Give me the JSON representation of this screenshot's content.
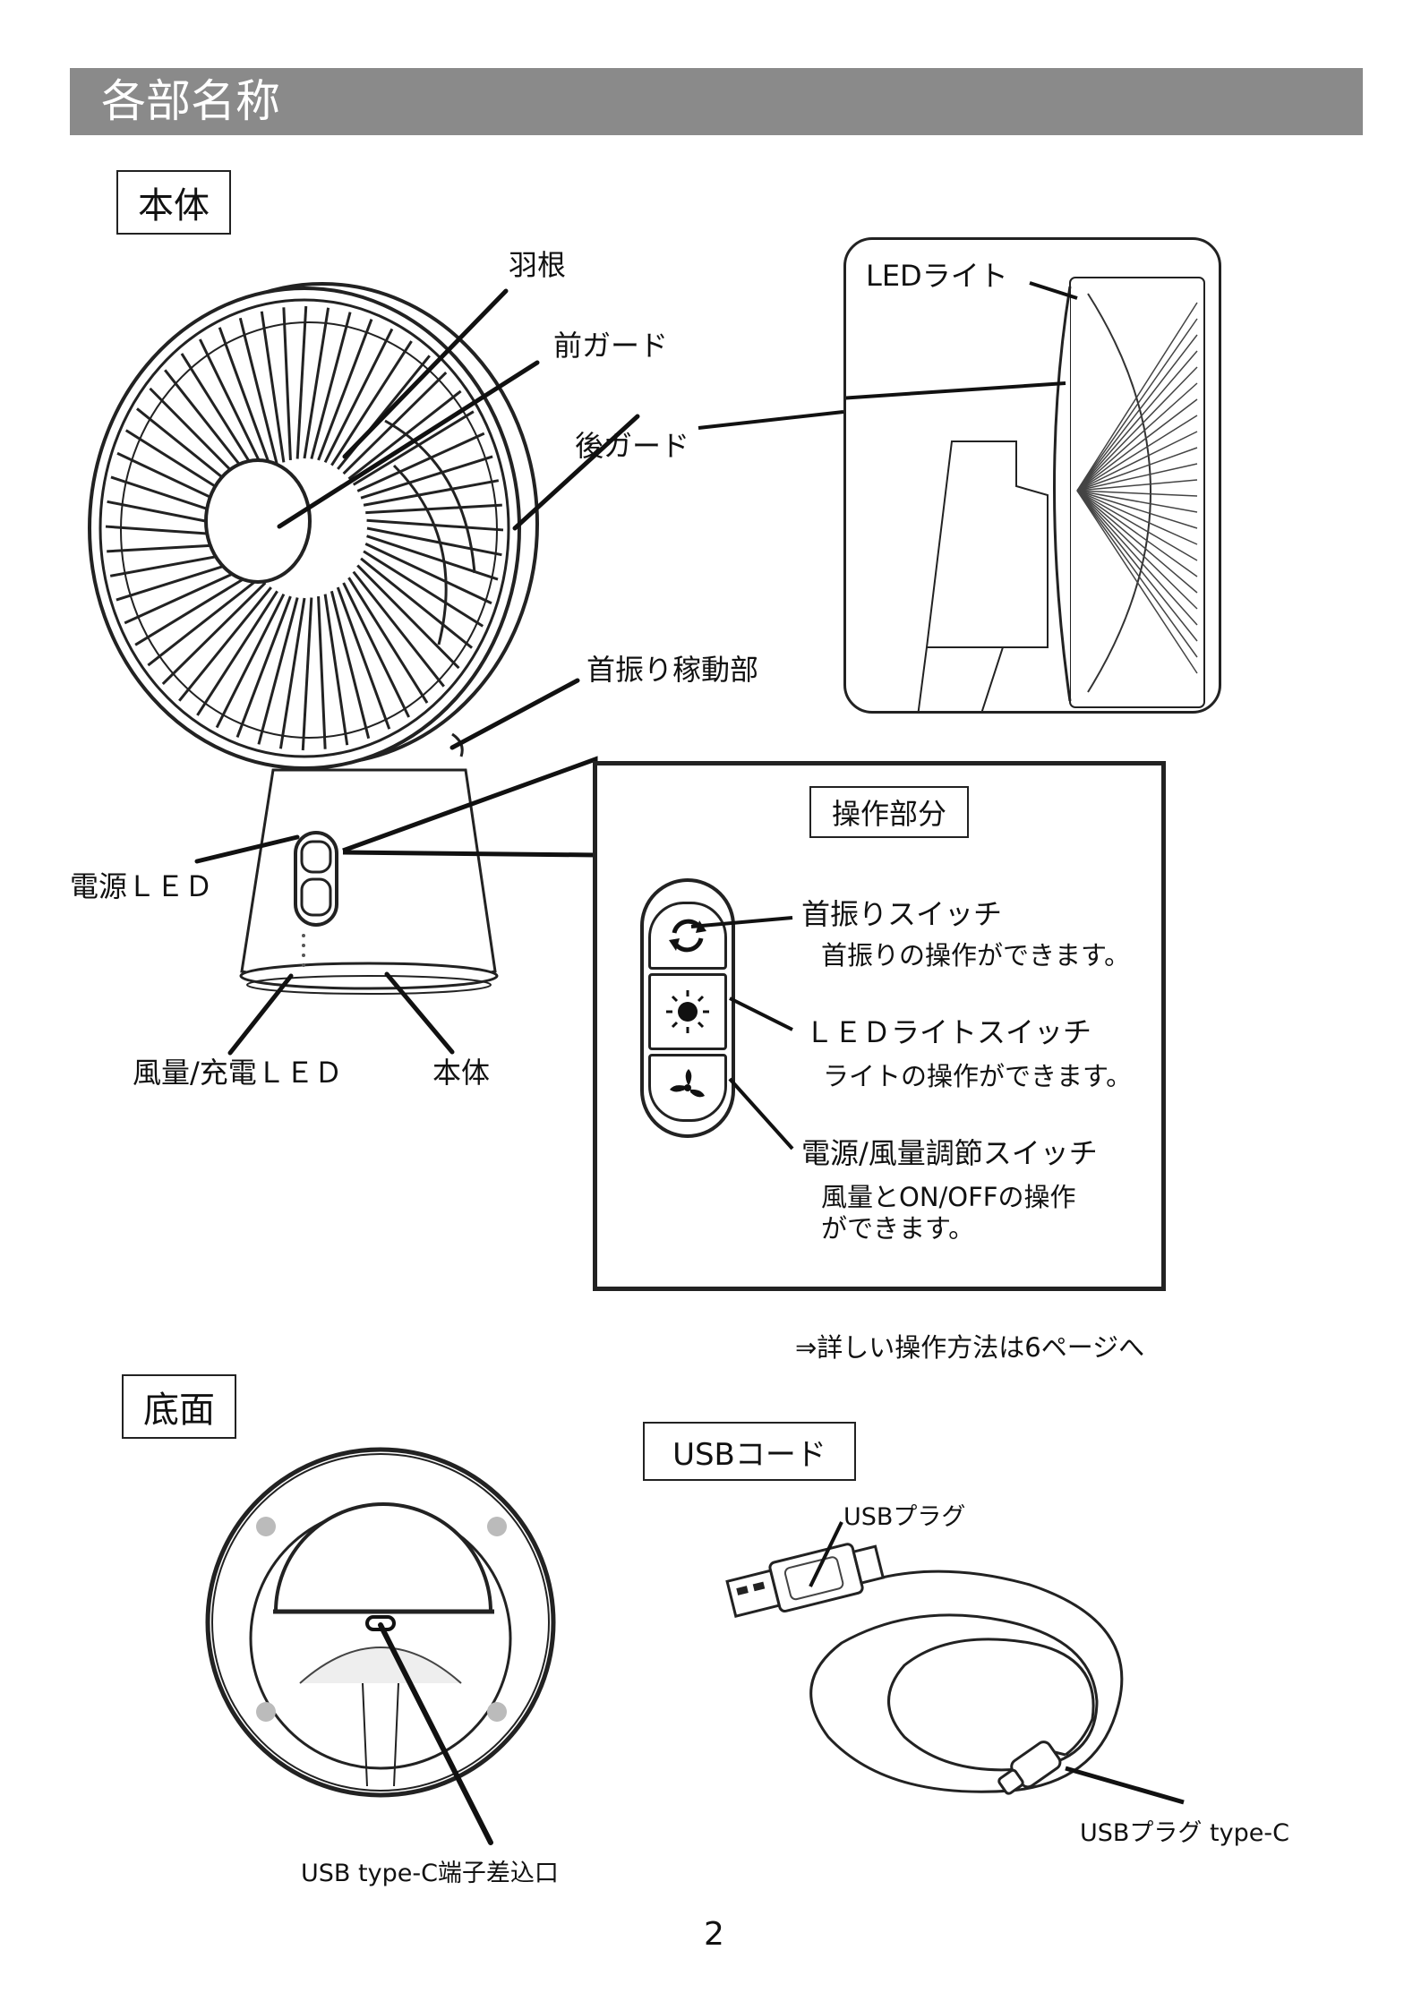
{
  "header": {
    "title": "各部名称"
  },
  "sections": {
    "main_body": "本体",
    "bottom": "底面",
    "usb_cord": "USBコード",
    "operation": "操作部分"
  },
  "parts": {
    "blade": "羽根",
    "front_guard": "前ガード",
    "rear_guard": "後ガード",
    "swing_part": "首振り稼動部",
    "power_led": "電源ＬＥＤ",
    "wind_charge_led": "風量/充電ＬＥＤ",
    "body": "本体",
    "led_light": "LEDライト"
  },
  "switches": [
    {
      "name": "首振りスイッチ",
      "desc": "首振りの操作ができます。",
      "icon": "rotate-icon"
    },
    {
      "name": "ＬＥＤライトスイッチ",
      "desc": "ライトの操作ができます。",
      "icon": "sun-icon"
    },
    {
      "name": "電源/風量調節スイッチ",
      "desc_line1": "風量とON/OFFの操作",
      "desc_line2": "ができます。",
      "icon": "fan-icon"
    }
  ],
  "reference": "⇒詳しい操作方法は6ページへ",
  "bottom_parts": {
    "usb_port": "USB type-C端子差込口"
  },
  "usb_parts": {
    "usb_plug": "USBプラグ",
    "usb_plug_c": "USBプラグ type-C"
  },
  "page_number": "2"
}
